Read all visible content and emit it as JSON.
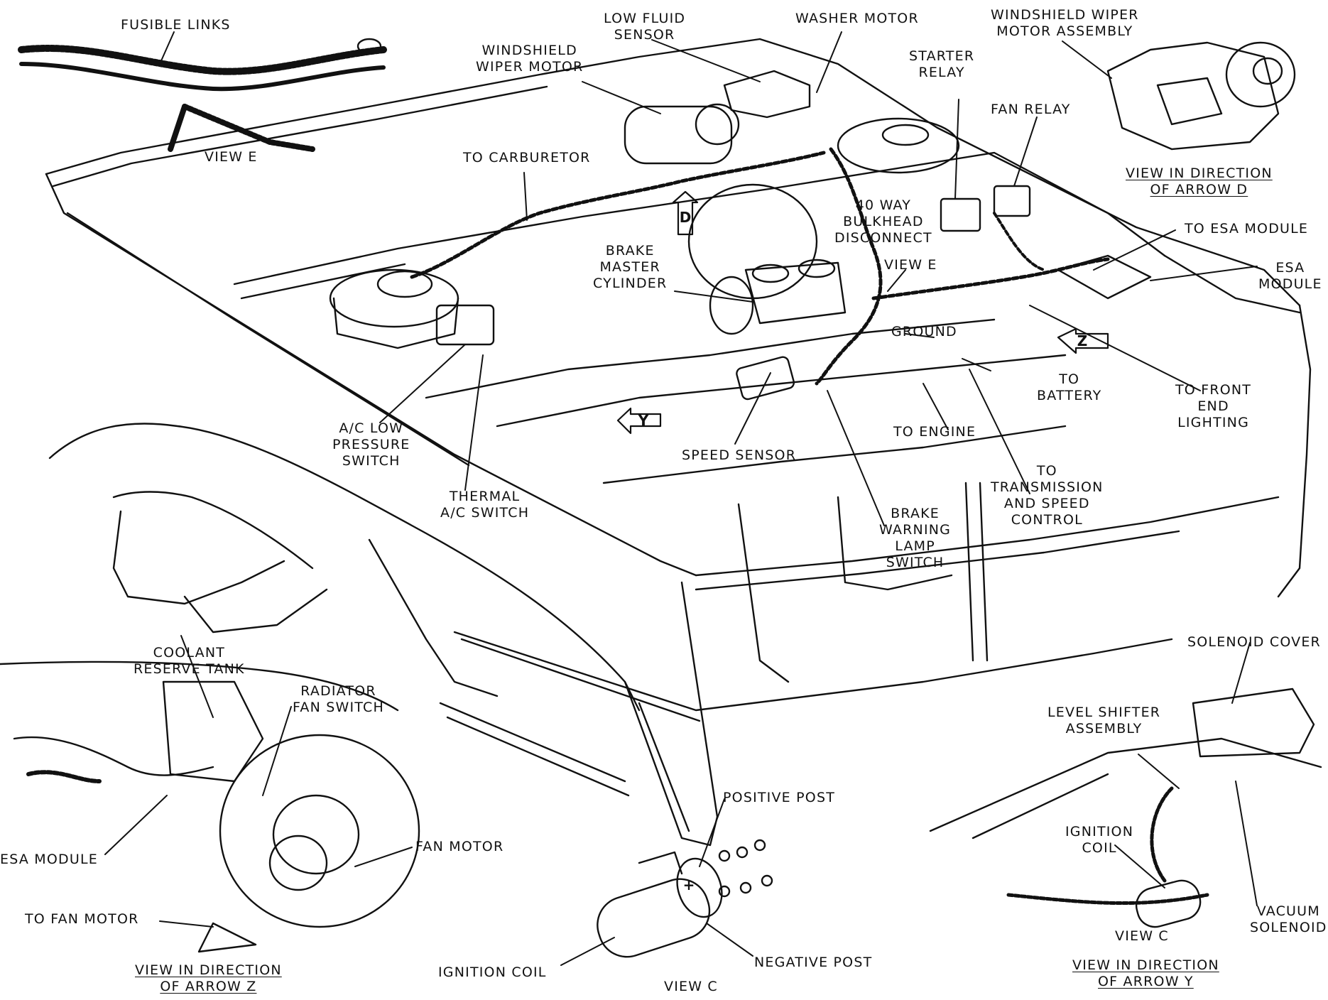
{
  "labels": {
    "fusible_links": "FUSIBLE LINKS",
    "view_e_top": "VIEW E",
    "low_fluid_sensor": [
      "LOW FLUID",
      "SENSOR"
    ],
    "washer_motor": "WASHER MOTOR",
    "windshield_wiper_motor_assembly": [
      "WINDSHIELD WIPER",
      "MOTOR ASSEMBLY"
    ],
    "windshield_wiper_motor": [
      "WINDSHIELD",
      "WIPER MOTOR"
    ],
    "starter_relay": [
      "STARTER",
      "RELAY"
    ],
    "fan_relay": "FAN RELAY",
    "view_arrow_d": [
      "VIEW IN DIRECTION",
      "OF ARROW D"
    ],
    "to_carburetor": "TO CARBURETOR",
    "bulkhead_disconnect": [
      "40 WAY",
      "BULKHEAD",
      "DISCONNECT"
    ],
    "to_esa_module": "TO ESA MODULE",
    "esa_module_right": [
      "ESA",
      "MODULE"
    ],
    "brake_master_cylinder": [
      "BRAKE",
      "MASTER",
      "CYLINDER"
    ],
    "view_e_mid": "VIEW E",
    "ground": "GROUND",
    "to_battery": [
      "TO",
      "BATTERY"
    ],
    "to_front_end_lighting": [
      "TO FRONT",
      "END",
      "LIGHTING"
    ],
    "ac_low_pressure_switch": [
      "A/C LOW",
      "PRESSURE",
      "SWITCH"
    ],
    "speed_sensor": "SPEED SENSOR",
    "to_engine": "TO ENGINE",
    "thermal_ac_switch": [
      "THERMAL",
      "A/C SWITCH"
    ],
    "to_transmission": [
      "TO",
      "TRANSMISSION",
      "AND SPEED",
      "CONTROL"
    ],
    "brake_warning_lamp_switch": [
      "BRAKE",
      "WARNING",
      "LAMP",
      "SWITCH"
    ],
    "coolant_reserve_tank": [
      "COOLANT",
      "RESERVE TANK"
    ],
    "radiator_fan_switch": [
      "RADIATOR",
      "FAN SWITCH"
    ],
    "esa_module_left": "ESA MODULE",
    "fan_motor": "FAN MOTOR",
    "to_fan_motor": "TO FAN MOTOR",
    "view_arrow_z": [
      "VIEW IN DIRECTION",
      "OF ARROW Z"
    ],
    "positive_post": "POSITIVE POST",
    "ignition_coil_bottom": "IGNITION COIL",
    "negative_post": "NEGATIVE POST",
    "view_c_bottom": "VIEW C",
    "solenoid_cover": "SOLENOID COVER",
    "level_shifter_assembly": [
      "LEVEL SHIFTER",
      "ASSEMBLY"
    ],
    "ignition_coil_right": [
      "IGNITION",
      "COIL"
    ],
    "view_c_right": "VIEW C",
    "vacuum_solenoid": [
      "VACUUM",
      "SOLENOID"
    ],
    "view_arrow_y": [
      "VIEW IN DIRECTION",
      "OF ARROW Y"
    ]
  },
  "badges": {
    "d": "D",
    "y": "Y",
    "z": "Z",
    "plus": "+"
  }
}
